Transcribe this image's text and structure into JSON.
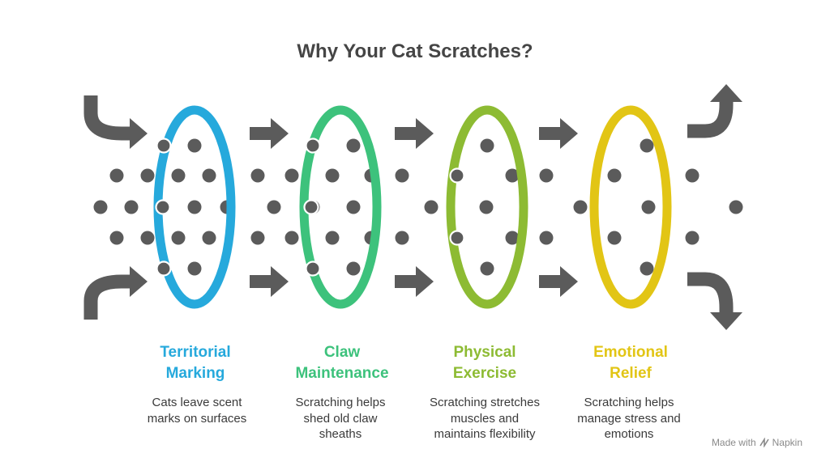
{
  "title": "Why Your Cat Scratches?",
  "stages": [
    {
      "title_line1": "Territorial",
      "title_line2": "Marking",
      "desc_line1": "Cats leave scent",
      "desc_line2": "marks on surfaces",
      "desc_line3": "",
      "color": "#26A9DC"
    },
    {
      "title_line1": "Claw",
      "title_line2": "Maintenance",
      "desc_line1": "Scratching helps",
      "desc_line2": "shed old claw",
      "desc_line3": "sheaths",
      "color": "#3DC27C"
    },
    {
      "title_line1": "Physical",
      "title_line2": "Exercise",
      "desc_line1": "Scratching stretches",
      "desc_line2": "muscles and",
      "desc_line3": "maintains flexibility",
      "color": "#8DBB33"
    },
    {
      "title_line1": "Emotional",
      "title_line2": "Relief",
      "desc_line1": "Scratching helps",
      "desc_line2": "manage stress and",
      "desc_line3": "emotions",
      "color": "#E2C515"
    }
  ],
  "colors": {
    "dot": "#5B5B5B",
    "arrow": "#5B5B5B",
    "title": "#454545"
  },
  "watermark": {
    "prefix": "Made with",
    "brand": "Napkin"
  }
}
